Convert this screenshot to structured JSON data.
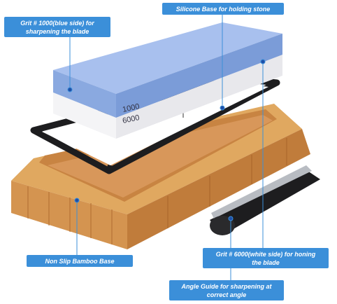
{
  "labels": {
    "grit1000": {
      "line1": "Grit # 1000(blue side) for",
      "line2": "sharpening the blade"
    },
    "silicone": {
      "text": "Silicone Base for holding stone"
    },
    "bamboo": {
      "text": "Non Slip Bamboo Base"
    },
    "grit6000": {
      "line1": "Grit # 6000(white side) for honing",
      "line2": "the blade"
    },
    "angle": {
      "line1": "Angle Guide for sharpening at",
      "line2": "correct angle"
    }
  },
  "stone": {
    "top_grit": "1000",
    "bottom_grit": "6000"
  },
  "colors": {
    "label_bg": "#3b8fd9",
    "blue_stone": "#8aa9e0",
    "white_stone": "#f4f4f6",
    "silicone": "#1d1d1f",
    "bamboo": "#d49450",
    "bamboo_dark": "#b06d2f"
  }
}
